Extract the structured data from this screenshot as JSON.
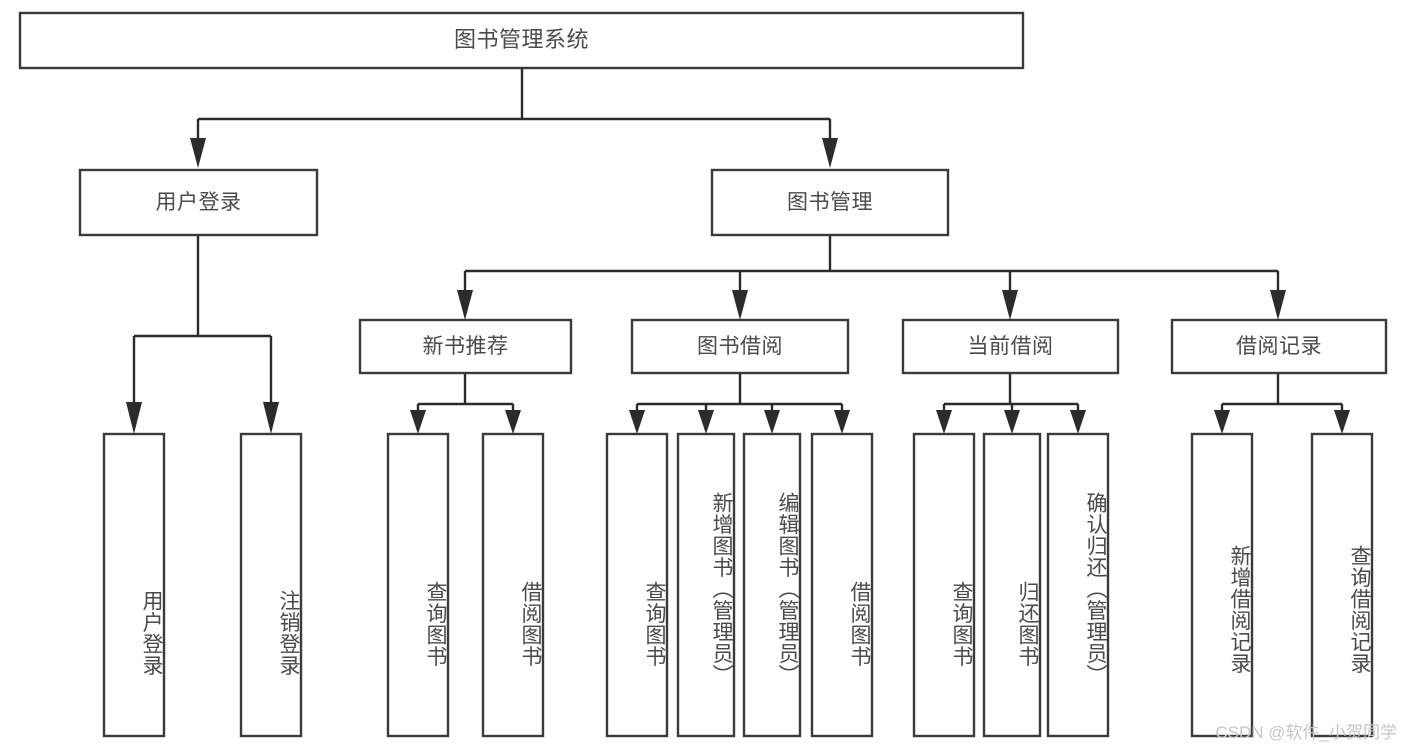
{
  "diagram": {
    "type": "hierarchy-tree",
    "title": "图书管理系统",
    "watermark": "CSDN @软件_小贺同学",
    "colors": {
      "background": "#ffffff",
      "box_stroke": "#3a3a3a",
      "connector": "#2b2b2b",
      "text": "#4a4a4a",
      "watermark": "#c6c6c6"
    },
    "nodes": {
      "root": {
        "label": "图书管理系统"
      },
      "level2": [
        {
          "label": "用户登录"
        },
        {
          "label": "图书管理"
        }
      ],
      "level3": [
        {
          "label": "新书推荐"
        },
        {
          "label": "图书借阅"
        },
        {
          "label": "当前借阅"
        },
        {
          "label": "借阅记录"
        }
      ],
      "leaves": {
        "user_login": [
          {
            "label": "用户登录"
          },
          {
            "label": "注销登录"
          }
        ],
        "new_book_recommend": [
          {
            "label": "查询图书"
          },
          {
            "label": "借阅图书"
          }
        ],
        "book_borrow": [
          {
            "label": "查询图书"
          },
          {
            "label": "新增图书（管理员）"
          },
          {
            "label": "编辑图书（管理员）"
          },
          {
            "label": "借阅图书"
          }
        ],
        "current_borrow": [
          {
            "label": "查询图书"
          },
          {
            "label": "归还图书"
          },
          {
            "label": "确认归还（管理员）"
          }
        ],
        "borrow_record": [
          {
            "label": "新增借阅记录"
          },
          {
            "label": "查询借阅记录"
          }
        ]
      }
    }
  }
}
